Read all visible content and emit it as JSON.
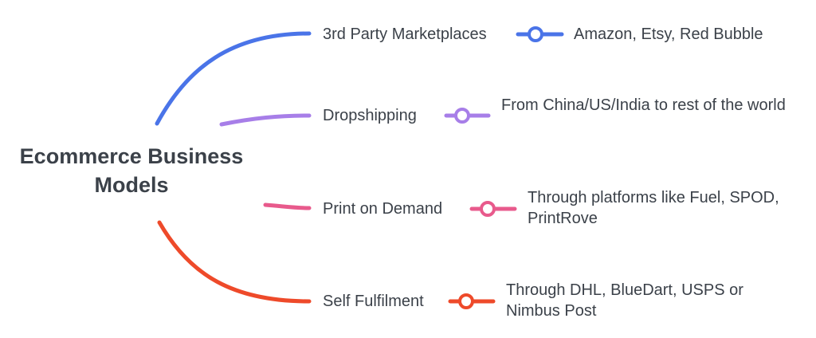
{
  "root": {
    "line1": "Ecommerce Business",
    "line2": "Models"
  },
  "branches": [
    {
      "label": "3rd Party Marketplaces",
      "detail": "Amazon, Etsy, Red Bubble",
      "color": "#4a74e8"
    },
    {
      "label": "Dropshipping",
      "detail": "From China/US/India to rest of the world",
      "color": "#a77ee8"
    },
    {
      "label": "Print on Demand",
      "detail": "Through platforms like Fuel, SPOD, PrintRove",
      "color": "#e85a8c"
    },
    {
      "label": "Self Fulfilment",
      "detail": "Through DHL, BlueDart, USPS or Nimbus Post",
      "color": "#ee4a2a"
    }
  ]
}
